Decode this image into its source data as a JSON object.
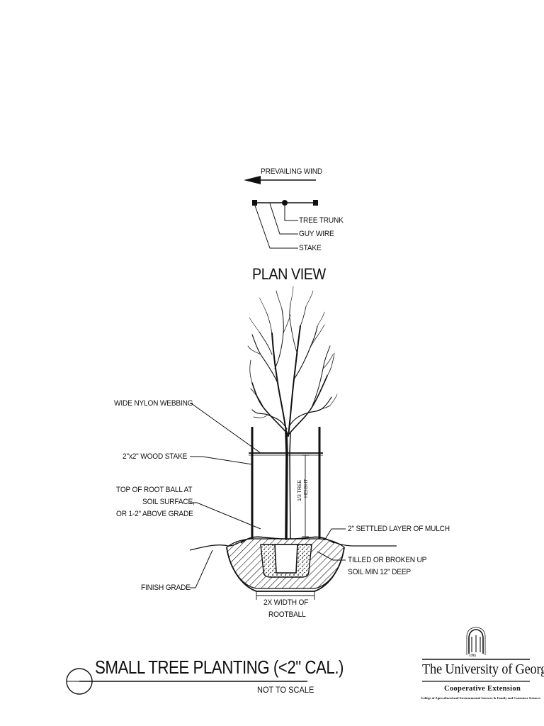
{
  "plan_view": {
    "wind_label": "PREVAILING WIND",
    "trunk_label": "TREE TRUNK",
    "guy_wire_label": "GUY WIRE",
    "stake_label": "STAKE",
    "title": "PLAN VIEW"
  },
  "section": {
    "webbing_label": "WIDE NYLON WEBBING",
    "stake_label": "2\"x2\" WOOD STAKE",
    "root_ball_label": [
      "TOP OF ROOT BALL AT",
      "SOIL SURFACE,",
      "OR 1-2\" ABOVE GRADE"
    ],
    "height_label": [
      "1/3 TREE",
      "HEIGHT"
    ],
    "mulch_label": "2\" SETTLED LAYER OF MULCH",
    "soil_label": [
      "TILLED OR BROKEN UP",
      "SOIL MIN 12\" DEEP"
    ],
    "finish_grade_label": "FINISH GRADE",
    "width_label": [
      "2X WIDTH OF",
      "ROOTBALL"
    ]
  },
  "title_block": {
    "title": "SMALL TREE PLANTING (<2\" CAL.)",
    "subtitle": "NOT TO SCALE"
  },
  "logo": {
    "year": "1785",
    "name": "The University of Georgia",
    "unit": "Cooperative Extension",
    "college": "College of Agricultural and Environmental Sciences & Family and Consumer Sciences"
  }
}
